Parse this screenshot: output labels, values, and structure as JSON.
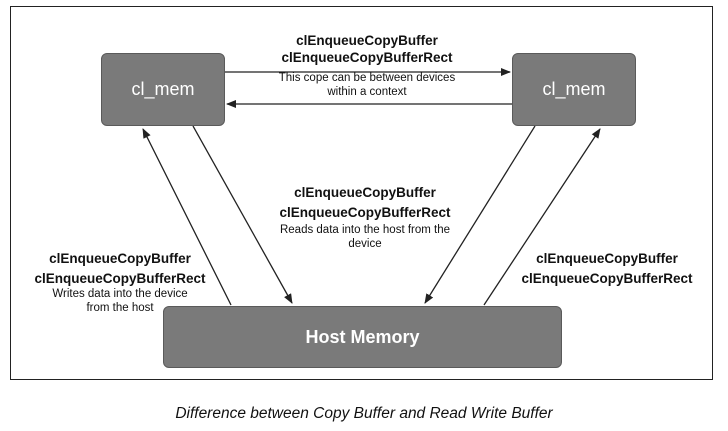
{
  "diagram": {
    "mem_left_label": "cl_mem",
    "mem_right_label": "cl_mem",
    "host_label": "Host Memory",
    "top": {
      "func1": "clEnqueueCopyBuffer",
      "func2": "clEnqueueCopyBufferRect",
      "note_line1": "This cope can be between devices",
      "note_line2": "within a context"
    },
    "center": {
      "func1": "clEnqueueCopyBuffer",
      "func2": "clEnqueueCopyBufferRect",
      "note_line1": "Reads data into the host from the",
      "note_line2": "device"
    },
    "left": {
      "func1": "clEnqueueCopyBuffer",
      "func2": "clEnqueueCopyBufferRect",
      "note_line1": "Writes data into the device",
      "note_line2": "from the host"
    },
    "right": {
      "func1": "clEnqueueCopyBuffer",
      "func2": "clEnqueueCopyBufferRect"
    }
  },
  "caption": "Difference between Copy Buffer and Read Write Buffer"
}
